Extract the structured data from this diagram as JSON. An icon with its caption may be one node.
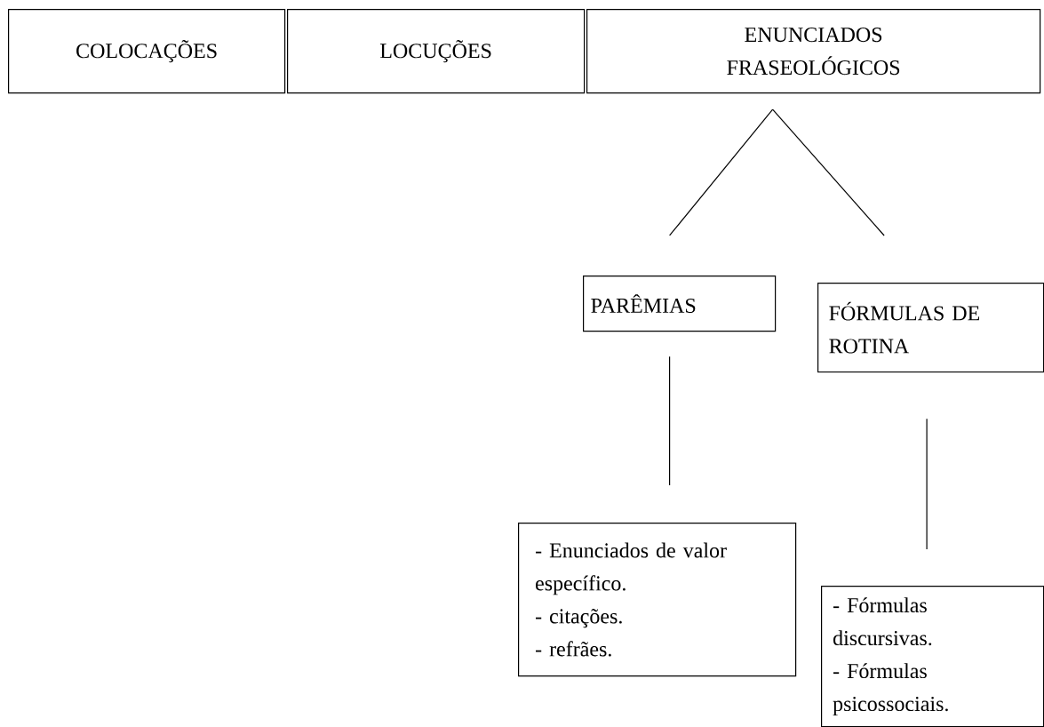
{
  "diagram": {
    "nodes": [
      {
        "text": [
          "COLOCAÇÕES"
        ]
      },
      {
        "text": [
          "LOCUÇÕES"
        ]
      },
      {
        "text": [
          "ENUNCIADOS FRASEOLÓGICOS"
        ]
      },
      {
        "text": [
          "PARÊMIAS"
        ]
      },
      {
        "text": [
          "FÓRMULAS DE ROTINA"
        ]
      },
      {
        "text": [
          "- Enunciados de valor específico.",
          "- citações.",
          "- refrães."
        ]
      },
      {
        "text": [
          "- Fórmulas discursivas.",
          "- Fórmulas psicossociais."
        ]
      }
    ],
    "edges": [
      {
        "from": 2,
        "to": 3,
        "arrow": "none"
      },
      {
        "from": 2,
        "to": 4,
        "arrow": "none"
      },
      {
        "from": 3,
        "to": 5,
        "arrow": "none"
      },
      {
        "from": 4,
        "to": 6,
        "arrow": "none"
      }
    ]
  }
}
